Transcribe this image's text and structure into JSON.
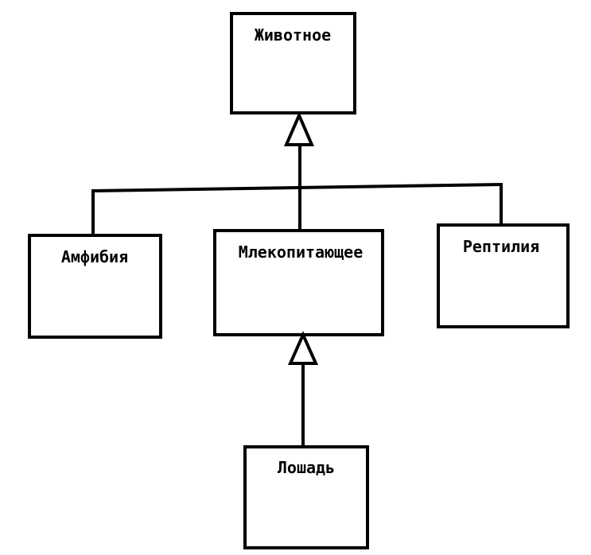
{
  "diagram": {
    "classes": {
      "animal": "Животное",
      "amphibian": "Амфибия",
      "mammal": "Млекопитающее",
      "reptile": "Рептилия",
      "horse": "Лошадь"
    },
    "colors": {
      "line": "#000000",
      "fill": "#ffffff"
    }
  }
}
